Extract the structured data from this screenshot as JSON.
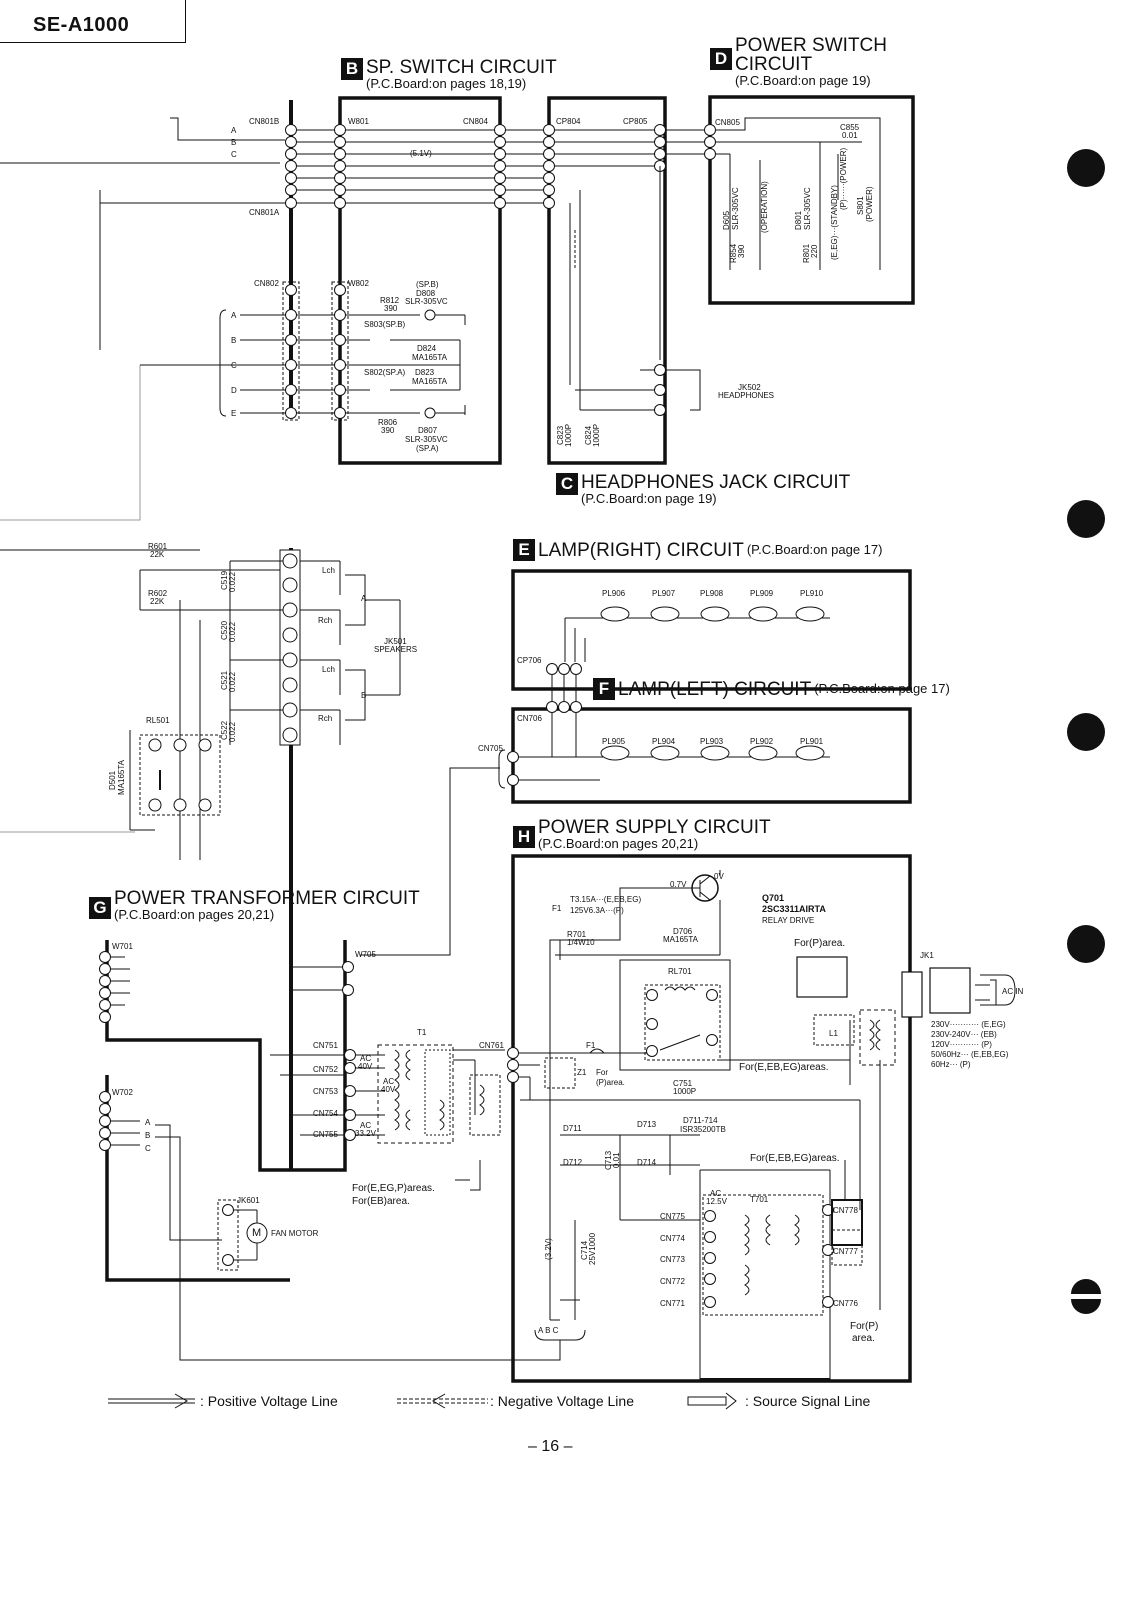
{
  "header": {
    "model": "SE-A1000"
  },
  "sections": {
    "B": {
      "letter": "B",
      "title": "SP. SWITCH CIRCUIT",
      "sub": "(P.C.Board:on pages 18,19)"
    },
    "D": {
      "letter": "D",
      "title1": "POWER SWITCH",
      "title2": "CIRCUIT",
      "sub": "(P.C.Board:on page 19)"
    },
    "C": {
      "letter": "C",
      "title": "HEADPHONES JACK CIRCUIT",
      "sub": "(P.C.Board:on page 19)"
    },
    "E": {
      "letter": "E",
      "title": "LAMP(RIGHT) CIRCUIT",
      "sub": "(P.C.Board:on page 17)"
    },
    "F": {
      "letter": "F",
      "title": "LAMP(LEFT) CIRCUIT",
      "sub": "(P.C.Board:on page 17)"
    },
    "H": {
      "letter": "H",
      "title": "POWER SUPPLY CIRCUIT",
      "sub": "(P.C.Board:on pages 20,21)"
    },
    "G": {
      "letter": "G",
      "title": "POWER TRANSFORMER CIRCUIT",
      "sub": "(P.C.Board:on pages 20,21)"
    }
  },
  "components": {
    "cn801b": "CN801B",
    "cn801a": "CN801A",
    "w801": "W801",
    "cn804": "CN804",
    "cp804": "CP804",
    "cp805": "CP805",
    "cn805": "CN805",
    "c855": "C855",
    "c855v": "0.01",
    "v51": "(5.1V)",
    "d605": "D605",
    "d605t": "SLR-305VC",
    "operation": "(OPERATION)",
    "d801": "D801",
    "d801t": "SLR-305VC",
    "standby": "(E,EG)···(STANDBY)",
    "powerp": "(P)······(POWER)",
    "s801": "S801",
    "s801t": "(POWER)",
    "r854": "R854",
    "r854v": "390",
    "r801": "R801",
    "r801v": "220",
    "cn802": "CN802",
    "w802": "W802",
    "spb": "(SP.B)",
    "r812": "R812",
    "r812v": "390",
    "d808": "D808",
    "d808t": "SLR-305VC",
    "s803": "S803(SP.B)",
    "d824": "D824",
    "d824t": "MA165TA",
    "s802": "S802(SP.A)",
    "d823": "D823",
    "d823t": "MA165TA",
    "r806": "R806",
    "r806v": "390",
    "d807": "D807",
    "d807t": "SLR-305VC",
    "spa": "(SP.A)",
    "jk502": "JK502",
    "jk502t": "HEADPHONES",
    "c823": "C823",
    "c823v": "1000P",
    "c824": "C824",
    "c824v": "1000P",
    "r601": "R601",
    "r601v": "22K",
    "r602": "R602",
    "r602v": "22K",
    "c519": "C519",
    "c519v": "0.022",
    "c520": "C520",
    "c520v": "0.022",
    "c521": "C521",
    "c521v": "0.022",
    "c522": "C522",
    "c522v": "0.022",
    "lch": "Lch",
    "rch": "Rch",
    "jk501": "JK501",
    "jk501t": "SPEAKERS",
    "rl501": "RL501",
    "d501": "D501",
    "d501t": "MA165TA",
    "cp706": "CP706",
    "cn706": "CN706",
    "cn705": "CN705",
    "pl906": "PL906",
    "pl907": "PL907",
    "pl908": "PL908",
    "pl909": "PL909",
    "pl910": "PL910",
    "pl905": "PL905",
    "pl904": "PL904",
    "pl903": "PL903",
    "pl902": "PL902",
    "pl901": "PL901",
    "w701": "W701",
    "w705": "W705",
    "w702": "W702",
    "jk601": "JK601",
    "fan": "FAN MOTOR",
    "motor": "M",
    "cn751": "CN751",
    "cn752": "CN752",
    "cn753": "CN753",
    "cn754": "CN754",
    "cn755": "CN755",
    "t1": "T1",
    "ac40a": "AC",
    "ac40av": "40V",
    "ac40b": "AC",
    "ac40bv": "40V",
    "ac332": "AC",
    "ac332v": "33.2V",
    "note_eegp": "For(E,EG,P)areas.",
    "note_eb": "For(EB)area.",
    "cn761": "CN761",
    "v07": "0.7V",
    "v0": "0V",
    "q701": "Q701",
    "q701t": "2SC3311AIRTA",
    "relay": "RELAY DRIVE",
    "f1": "F1",
    "f1a": "T3.15A···(E,EB,EG)",
    "f1b": "125V6.3A···(P)",
    "r701": "R701",
    "r701v": "1/4W10",
    "d706": "D706",
    "d706t": "MA165TA",
    "rl701": "RL701",
    "forp1": "For(P)area.",
    "jk1": "JK1",
    "acin": "AC IN",
    "l1": "L1",
    "volt1": "230V··········· (E,EG)",
    "volt2": "230V-240V··· (EB)",
    "volt3": "120V··········· (P)",
    "volt4": "50/60Hz··· (E,EB,EG)",
    "volt5": "60Hz··· (P)",
    "zf1": "F1",
    "zl": "Z1",
    "forp2": "For",
    "forp3": "(P)area.",
    "c751": "C751",
    "c751v": "1000P",
    "foreebeg": "For(E,EB,EG)areas.",
    "d713": "D713",
    "d711714": "D711-714",
    "isr": "ISR35200TB",
    "d711": "D711",
    "d712": "D712",
    "d714": "D714",
    "c713": "C713",
    "c713v": "0.01",
    "foreebeg2": "For(E,EB,EG)areas.",
    "ac125": "AC",
    "ac125v": "12.5V",
    "t701": "T701",
    "cn775": "CN775",
    "cn774": "CN774",
    "cn773": "CN773",
    "cn772": "CN772",
    "cn771": "CN771",
    "cn778": "CN778",
    "cn777": "CN777",
    "cn776": "CN776",
    "forp4": "For(P)",
    "forp5": "area.",
    "c714": "C714",
    "c714v": "25V1000",
    "v32": "(3.2V)",
    "abc": "A  B    C",
    "pin_a": "A",
    "pin_b": "B",
    "pin_c": "C",
    "pin_d": "D",
    "pin_e": "E"
  },
  "legend": {
    "positive": ": Positive Voltage Line",
    "negative": ": Negative Voltage Line",
    "source": ": Source Signal Line"
  },
  "footer": {
    "page": "– 16 –"
  }
}
